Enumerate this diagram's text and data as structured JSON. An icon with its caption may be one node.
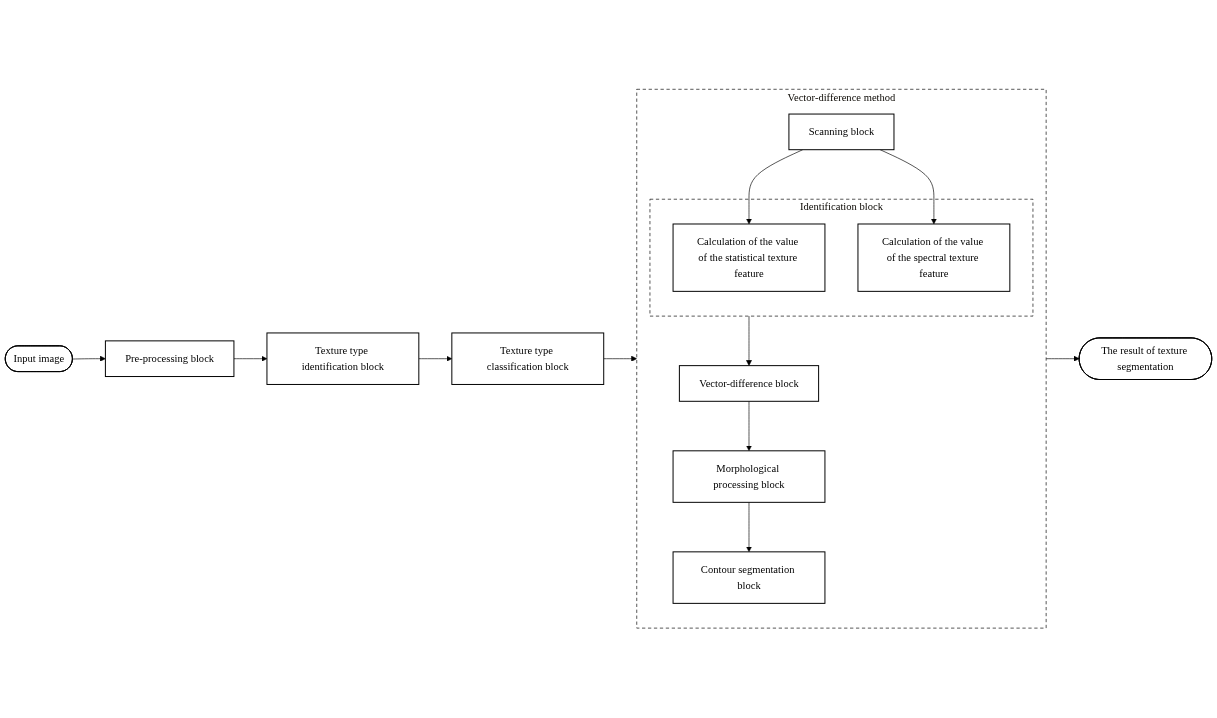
{
  "diagram": {
    "nodes": [
      {
        "text": [
          "Input image"
        ]
      },
      {
        "text": [
          "Pre-processing block"
        ]
      },
      {
        "text": [
          "Texture type identification block"
        ]
      },
      {
        "text": [
          "Texture type classification block"
        ]
      },
      {
        "text": [
          "Vector-difference method"
        ]
      },
      {
        "text": [
          "Scanning block"
        ],
        "in": 4
      },
      {
        "text": [
          "Identification block"
        ],
        "in": 4
      },
      {
        "text": [
          "Calculation of the value of the statistical texture feature"
        ],
        "in": 6
      },
      {
        "text": [
          "Calculation of the value of the spectral texture feature"
        ],
        "in": 6
      },
      {
        "text": [
          "Vector-difference block"
        ],
        "in": 4
      },
      {
        "text": [
          "Morphological processing block"
        ],
        "in": 4
      },
      {
        "text": [
          "Contour segmentation block"
        ],
        "in": 4
      },
      {
        "text": [
          "The result of texture segmentation"
        ]
      }
    ],
    "edges": [
      {
        "from": 0,
        "to": 1,
        "arrow": "to"
      },
      {
        "from": 1,
        "to": 2,
        "arrow": "to"
      },
      {
        "from": 2,
        "to": 3,
        "arrow": "to"
      },
      {
        "from": 3,
        "to": 4,
        "arrow": "to"
      },
      {
        "from": 5,
        "to": 7,
        "arrow": "to"
      },
      {
        "from": 5,
        "to": 8,
        "arrow": "to"
      },
      {
        "from": 6,
        "to": 9,
        "arrow": "to"
      },
      {
        "from": 9,
        "to": 10,
        "arrow": "to"
      },
      {
        "from": 10,
        "to": 11,
        "arrow": "to"
      },
      {
        "from": 4,
        "to": 12,
        "arrow": "to"
      }
    ]
  }
}
